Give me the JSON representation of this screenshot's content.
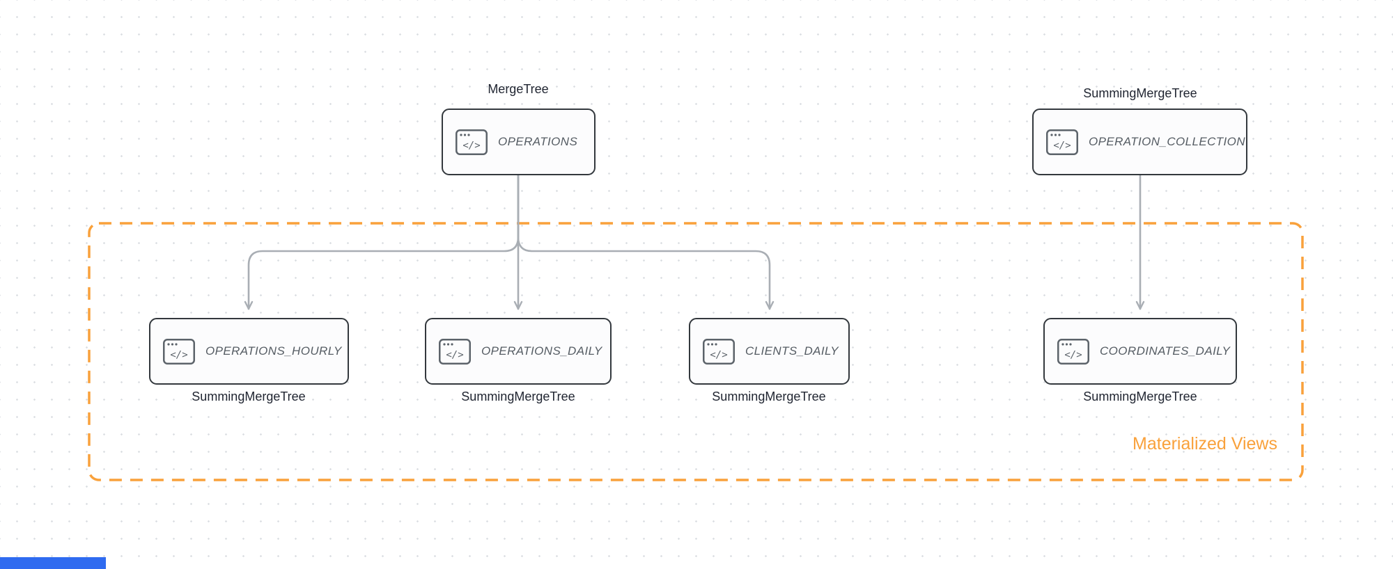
{
  "colors": {
    "accent_orange": "#F9A13B",
    "node_border": "#33383d",
    "node_text": "#555c63",
    "engine_label_text": "#1f2430",
    "arrow": "#A9AEB4",
    "blue_bar": "#2F6BF0",
    "dot_grid": "#dcdfe3"
  },
  "group": {
    "label": "Materialized Views"
  },
  "icon": {
    "glyph": "</>"
  },
  "nodes": {
    "operations": {
      "label": "OPERATIONS",
      "engine": "MergeTree"
    },
    "operation_collection": {
      "label": "OPERATION_COLLECTION",
      "engine": "SummingMergeTree"
    },
    "operations_hourly": {
      "label": "OPERATIONS_HOURLY",
      "engine": "SummingMergeTree"
    },
    "operations_daily": {
      "label": "OPERATIONS_DAILY",
      "engine": "SummingMergeTree"
    },
    "clients_daily": {
      "label": "CLIENTS_DAILY",
      "engine": "SummingMergeTree"
    },
    "coordinates_daily": {
      "label": "COORDINATES_DAILY",
      "engine": "SummingMergeTree"
    }
  }
}
